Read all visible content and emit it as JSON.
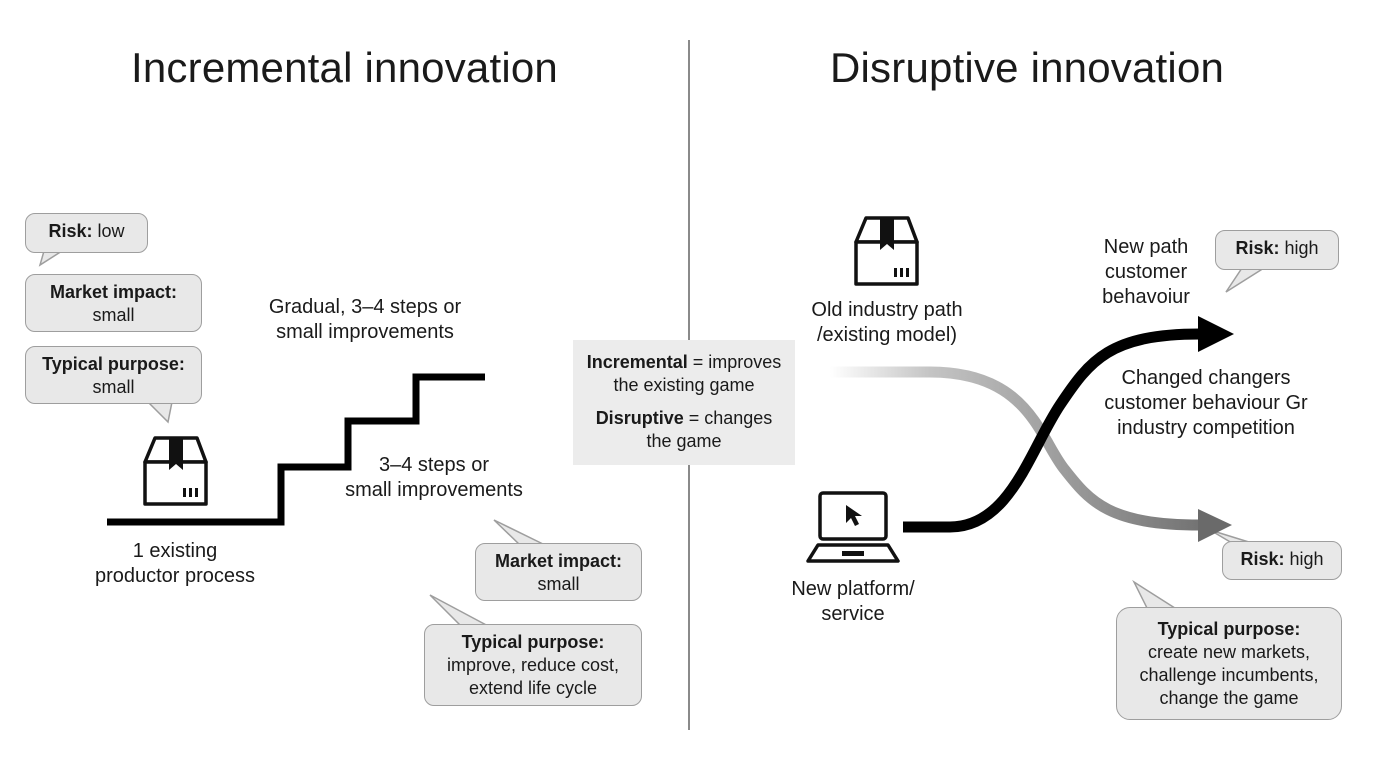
{
  "titles": {
    "left": "Incremental innovation",
    "right": "Disruptive innovation"
  },
  "left_panel": {
    "risk": {
      "key": "Risk:",
      "value": "low"
    },
    "market_impact_top": {
      "key": "Market impact:",
      "value": "small"
    },
    "typical_purpose_top": {
      "key": "Typical purpose:",
      "value": "small"
    },
    "gradual_label": [
      "Gradual, 3–4 steps or",
      "small improvements"
    ],
    "steps_label": [
      "3–4 steps or",
      "small improvements"
    ],
    "existing_label": [
      "1 existing",
      "productor process"
    ],
    "market_impact_bottom": {
      "key": "Market impact:",
      "value": "small"
    },
    "typical_purpose_bottom": {
      "key": "Typical purpose:",
      "lines": [
        "improve, reduce cost,",
        "extend life cycle"
      ]
    }
  },
  "center_box": {
    "incremental": {
      "key": "Incremental",
      "rest_1": " = improves",
      "rest_2": "the existing game"
    },
    "disruptive": {
      "key": "Disruptive",
      "rest_1": " = changes",
      "rest_2": "the game"
    }
  },
  "right_panel": {
    "old_path_label": [
      "Old industry path",
      "/existing model)"
    ],
    "new_platform_label": [
      "New platform/",
      "service"
    ],
    "new_path_label": [
      "New path",
      "customer",
      "behavoiur"
    ],
    "risk_top": {
      "key": "Risk:",
      "value": "high"
    },
    "changed_label": [
      "Changed changers",
      "customer behaviour Gr",
      "industry competition"
    ],
    "risk_bottom": {
      "key": "Risk:",
      "value": "high"
    },
    "typical_purpose": {
      "key": "Typical purpose:",
      "lines": [
        "create new markets,",
        "challenge incumbents,",
        "change the game"
      ]
    }
  },
  "icons": {
    "left_box": "package-icon",
    "right_box": "package-icon",
    "laptop": "laptop-icon"
  },
  "colors": {
    "bubble_fill": "#e8e8e8",
    "bubble_border": "#9e9e9e",
    "line_dark": "#000000",
    "line_grey": "#6f6f6f"
  }
}
